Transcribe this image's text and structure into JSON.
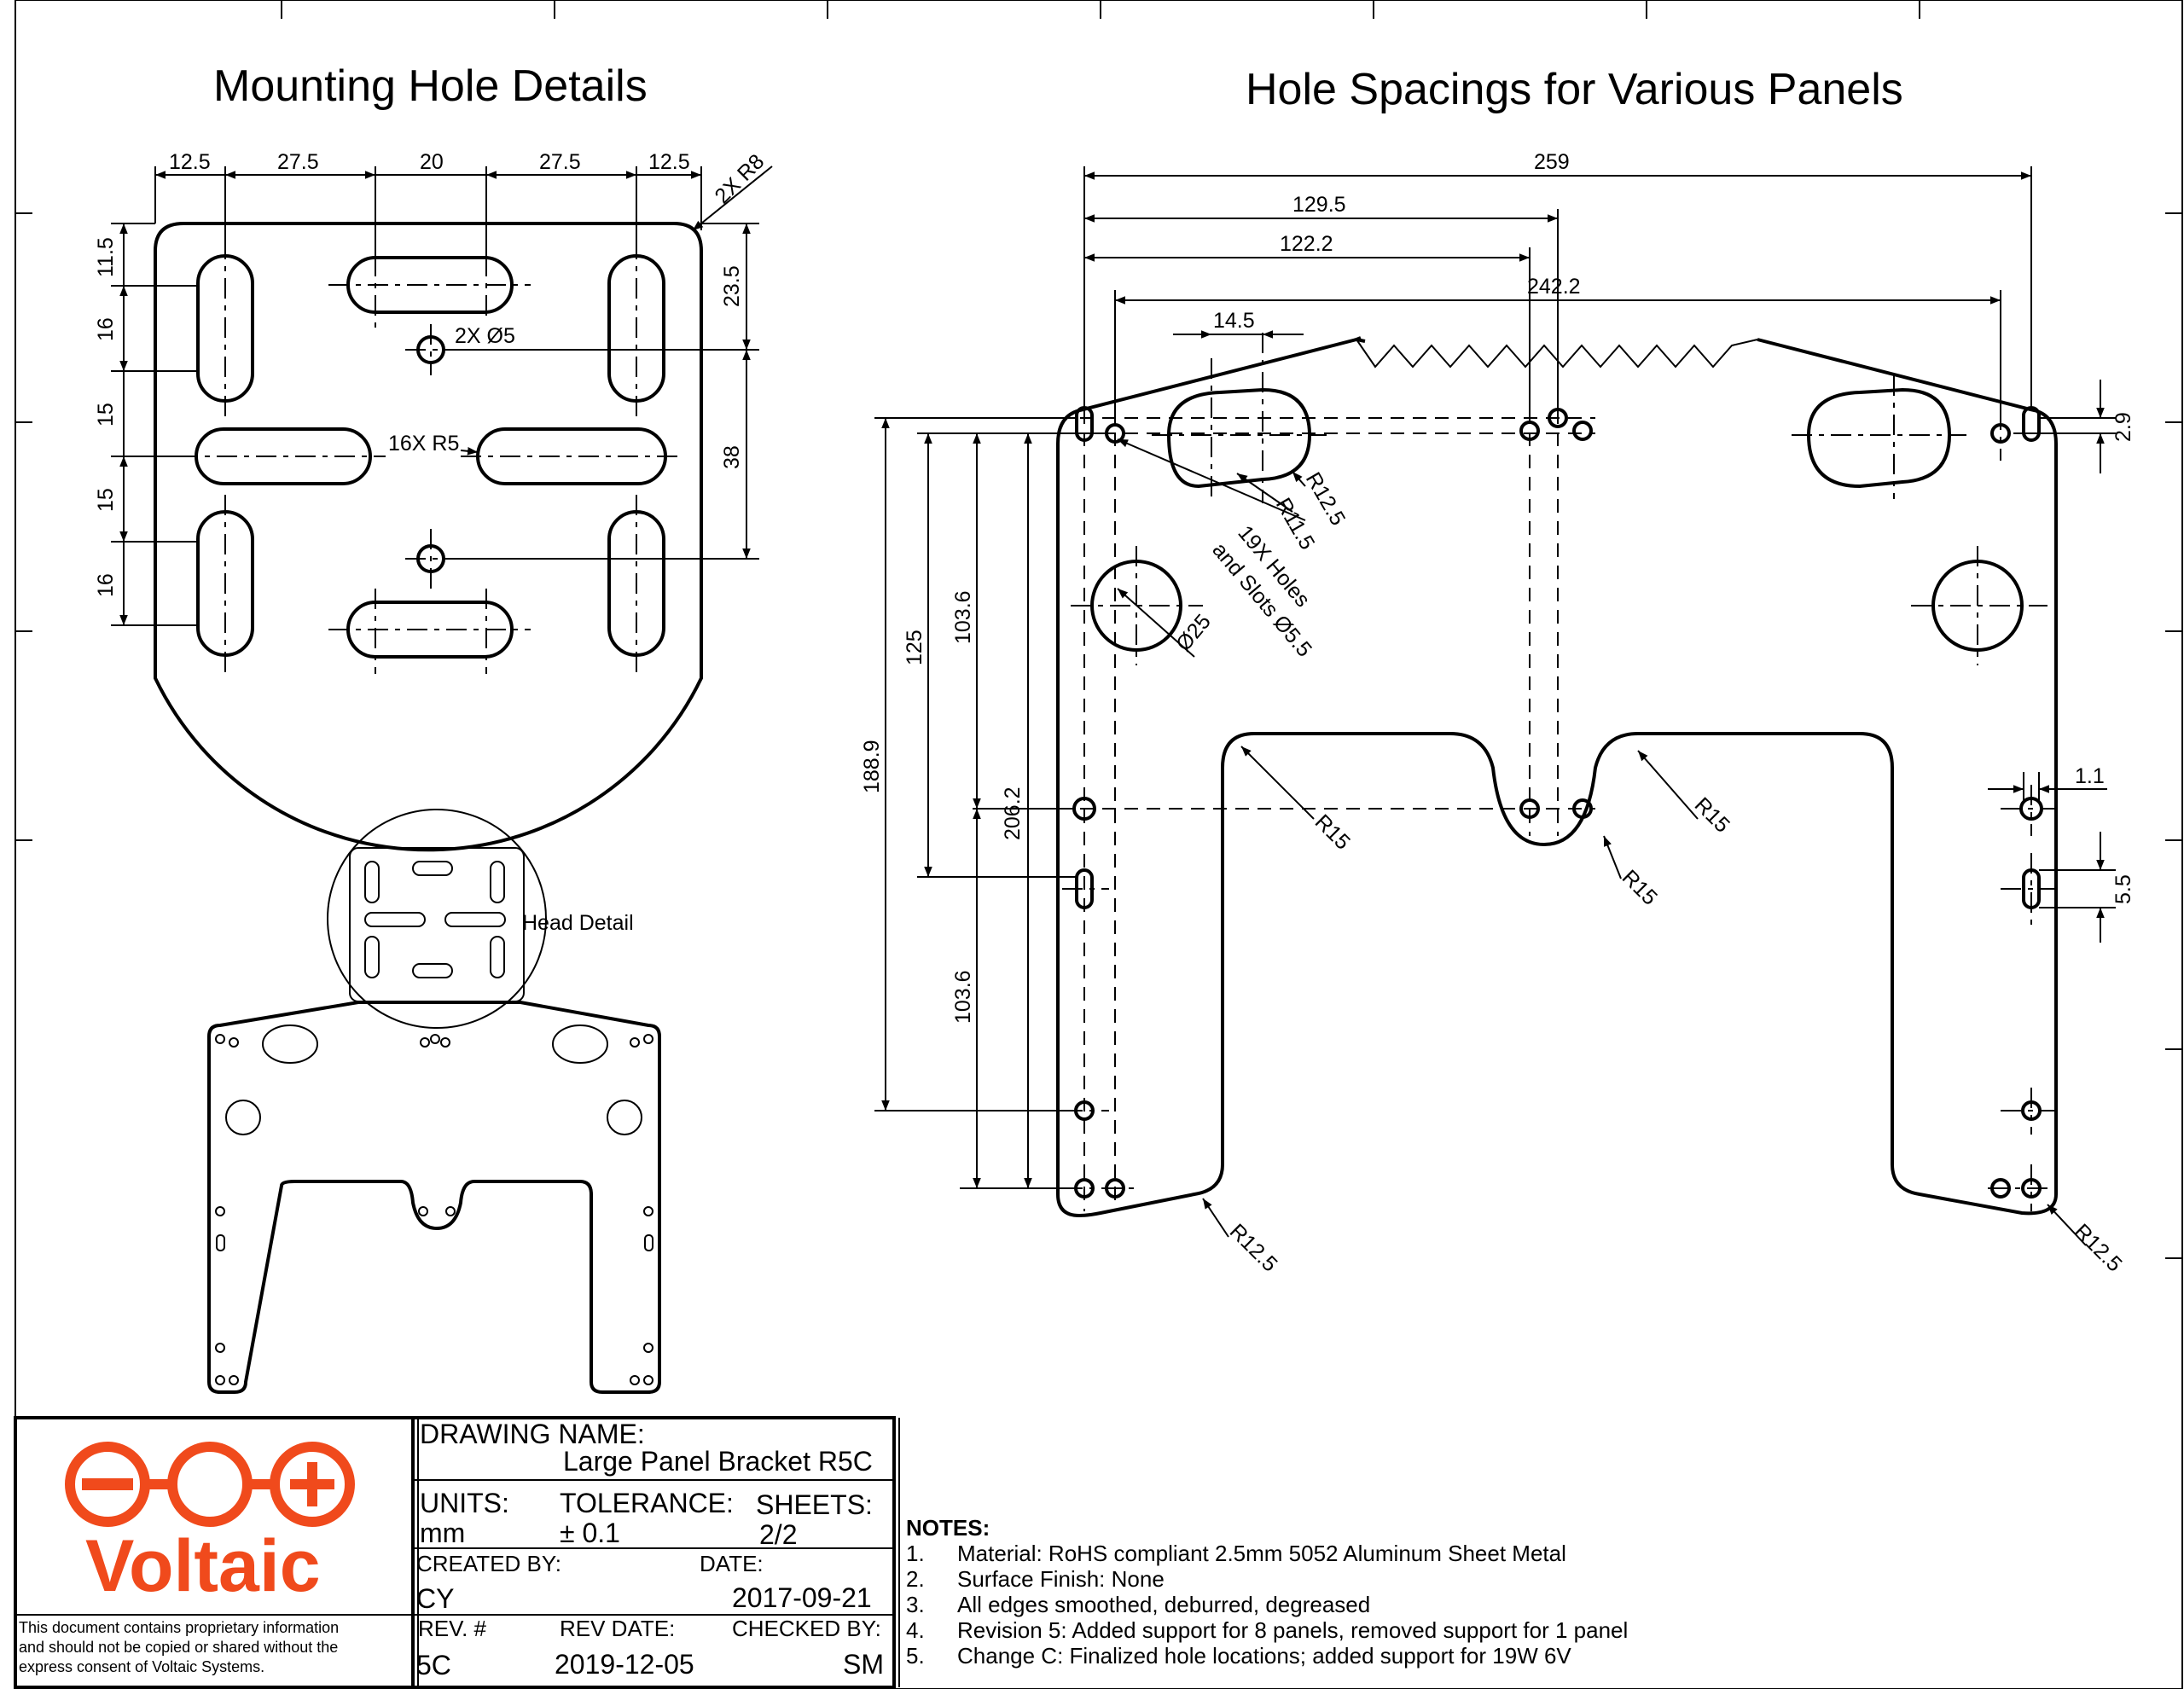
{
  "titles": {
    "left": "Mounting Hole Details",
    "right": "Hole Spacings for Various Panels"
  },
  "left_dims": {
    "top": [
      "12.5",
      "27.5",
      "20",
      "27.5",
      "12.5"
    ],
    "corner_radius": "2X R8",
    "left_vertical": [
      "11.5",
      "16",
      "15",
      "15",
      "16"
    ],
    "right_vertical": [
      "23.5",
      "38"
    ],
    "small_hole": "2X Ø5",
    "slot_radius": "16X R5"
  },
  "head_detail_label": "Head Detail",
  "right_dims": {
    "horizontal": [
      "259",
      "129.5",
      "122.2",
      "242.2",
      "14.5"
    ],
    "vertical": [
      "188.9",
      "125",
      "103.6",
      "206.2",
      "103.6"
    ],
    "small_right": [
      "2.9",
      "1.1",
      "5.5"
    ],
    "radii": [
      "R12.5",
      "R11.5",
      "R15",
      "R15",
      "R15",
      "R12.5",
      "R12.5"
    ],
    "holes_note_line1": "19X Holes",
    "holes_note_line2": "and Slots Ø5.5",
    "big_hole": "Ø25"
  },
  "title_block": {
    "logo_text": "Voltaic",
    "disclaimer": [
      "This document contains proprietary information",
      "and should not be copied or shared without the",
      "express consent of Voltaic Systems."
    ],
    "drawing_name_label": "DRAWING NAME:",
    "drawing_name": "Large Panel Bracket R5C",
    "units_label": "UNITS:",
    "units": "mm",
    "tolerance_label": "TOLERANCE:",
    "tolerance": "± 0.1",
    "sheets_label": "SHEETS:",
    "sheets": "2/2",
    "created_by_label": "CREATED BY:",
    "created_by": "CY",
    "date_label": "DATE:",
    "date": "2017-09-21",
    "rev_label": "REV. #",
    "rev": "5C",
    "rev_date_label": "REV DATE:",
    "rev_date": "2019-12-05",
    "checked_by_label": "CHECKED BY:",
    "checked_by": "SM"
  },
  "notes": {
    "heading": "NOTES:",
    "items": [
      {
        "num": "1.",
        "text": "Material: RoHS compliant 2.5mm 5052 Aluminum Sheet Metal"
      },
      {
        "num": "2.",
        "text": "Surface Finish: None"
      },
      {
        "num": "3.",
        "text": "All edges smoothed, deburred, degreased"
      },
      {
        "num": "4.",
        "text": "Revision 5: Added support for 8 panels, removed support for 1 panel"
      },
      {
        "num": "5.",
        "text": "Change C: Finalized hole locations; added support for 19W 6V"
      }
    ]
  },
  "colors": {
    "logo_red": "#f04a1c",
    "line": "#000000"
  }
}
